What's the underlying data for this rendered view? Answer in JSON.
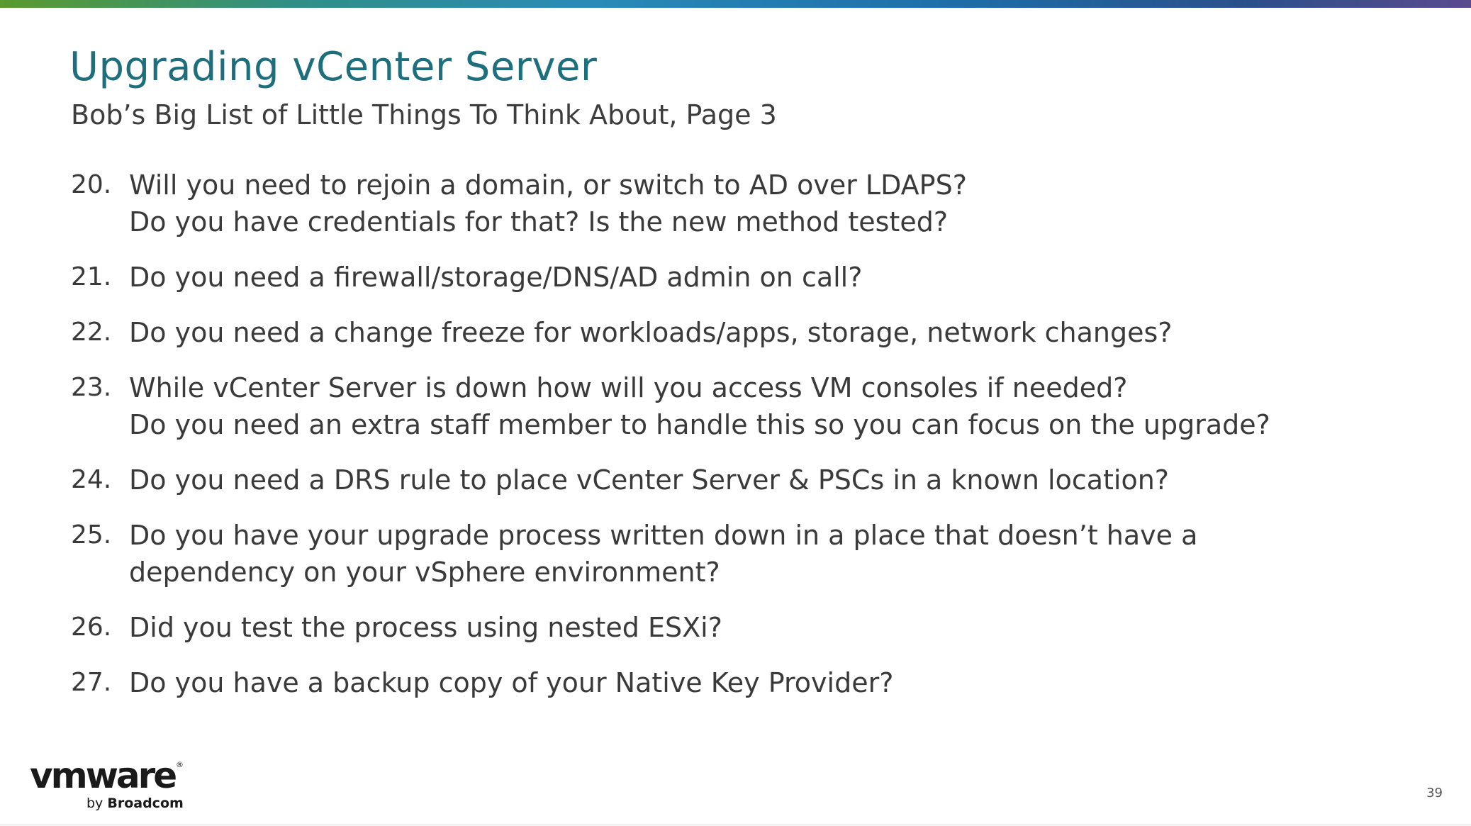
{
  "slide": {
    "title": "Upgrading vCenter Server",
    "subtitle": "Bob’s Big List of Little Things To Think About, Page 3",
    "page_number": "39"
  },
  "items": [
    {
      "number": "20.",
      "lines": [
        "Will you need to rejoin a domain, or switch to AD over LDAPS?",
        "Do you have credentials for that? Is the new method tested?"
      ]
    },
    {
      "number": "21.",
      "lines": [
        "Do you need a firewall/storage/DNS/AD admin on call?"
      ]
    },
    {
      "number": "22.",
      "lines": [
        "Do you need a change freeze for workloads/apps, storage, network changes?"
      ]
    },
    {
      "number": "23.",
      "lines": [
        "While vCenter Server is down how will you access VM consoles if needed?",
        "Do you need an extra staff member to handle this so you can focus on the upgrade?"
      ]
    },
    {
      "number": "24.",
      "lines": [
        "Do you need a DRS rule to place vCenter Server & PSCs in a known location?"
      ]
    },
    {
      "number": "25.",
      "lines": [
        "Do you have your upgrade process written down in a place that doesn’t have a",
        "dependency on your vSphere environment?"
      ]
    },
    {
      "number": "26.",
      "lines": [
        "Did you test the process using nested ESXi?"
      ]
    },
    {
      "number": "27.",
      "lines": [
        "Do you have a backup copy of your Native Key Provider?"
      ]
    }
  ],
  "logo": {
    "wordmark": "vmware",
    "registered": "®",
    "by_prefix": "by",
    "by_company": "Broadcom"
  },
  "colors": {
    "title": "#1d6f7e",
    "body_text": "#3a3a3a"
  }
}
